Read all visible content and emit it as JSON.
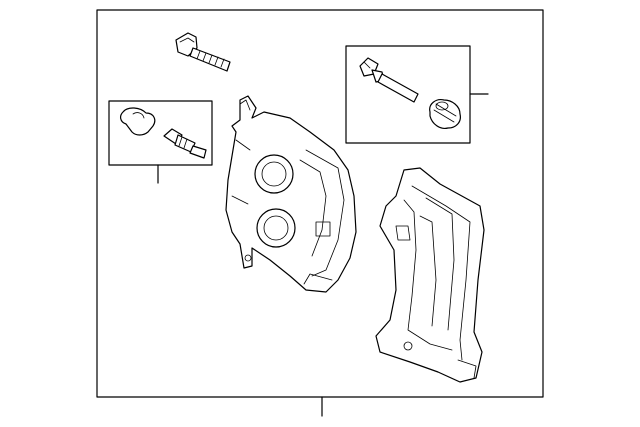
{
  "diagram": {
    "components": [
      {
        "id": "caliper-bolt",
        "icon": "bolt-icon"
      },
      {
        "id": "bleeder-kit",
        "icon": "bleeder-screw-icon"
      },
      {
        "id": "guide-pin-kit",
        "icon": "guide-pin-icon"
      },
      {
        "id": "caliper-housing",
        "icon": "caliper-icon"
      },
      {
        "id": "caliper-bracket",
        "icon": "bracket-icon"
      }
    ]
  }
}
